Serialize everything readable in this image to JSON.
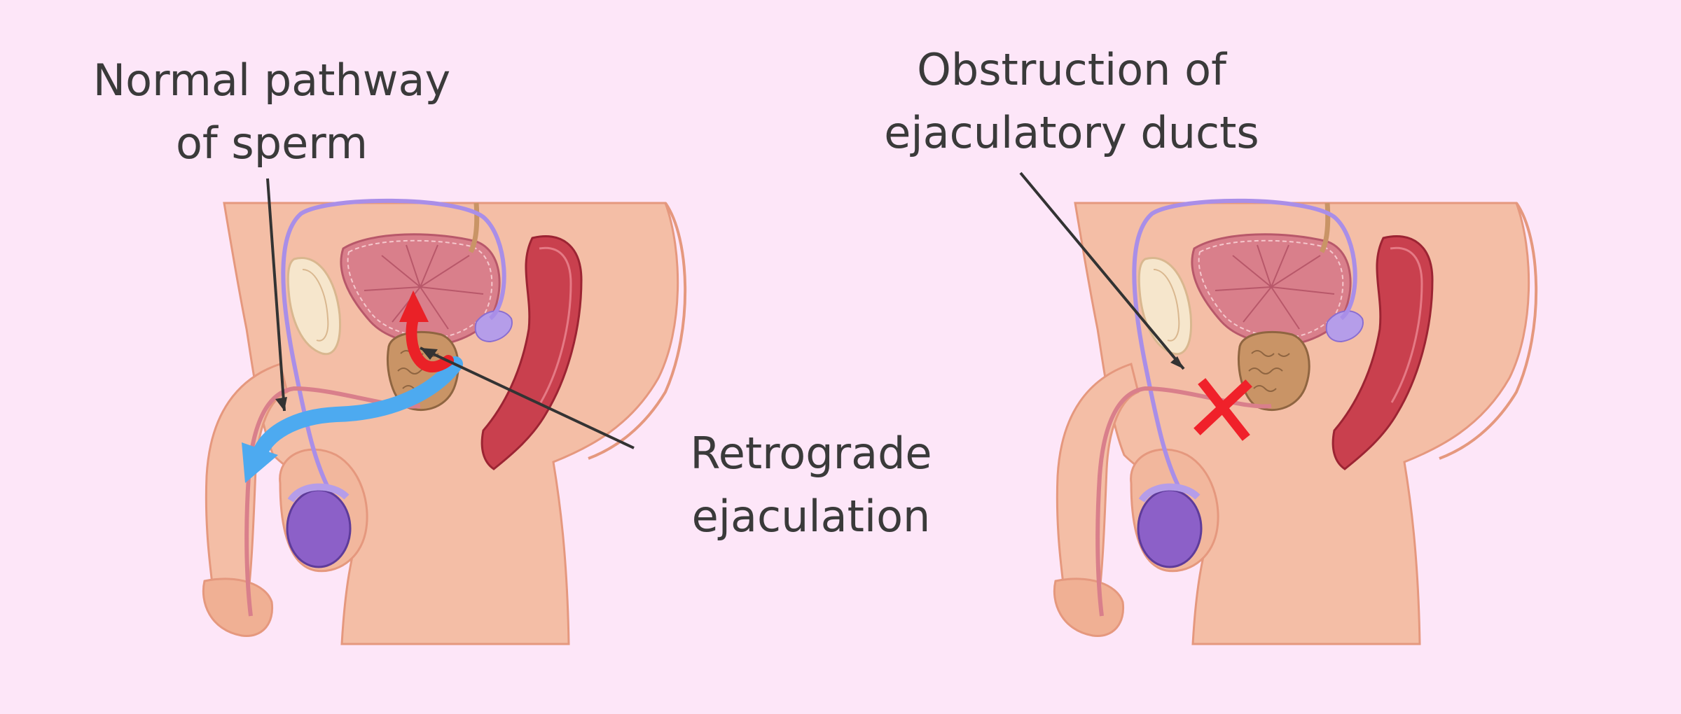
{
  "labels": {
    "normal_pathway": [
      "Normal pathway",
      "of sperm"
    ],
    "retrograde": [
      "Retrograde",
      "ejaculation"
    ],
    "obstruction": [
      "Obstruction of",
      "ejaculatory ducts"
    ]
  },
  "colors": {
    "background": "#fde6f8",
    "skin": "#f4bea6",
    "skin_outline": "#e5987e",
    "bladder": "#d97f8b",
    "prostate": "#c99466",
    "rectum": "#c9404e",
    "vas_deferens": "#a98ee8",
    "testis": "#8c60c8",
    "normal_arrow": "#4daaf0",
    "retrograde_arrow": "#ea2127",
    "obstruction_mark": "#f0212a",
    "pointer_line": "#333333"
  },
  "icons": [
    "arrow-icon",
    "cross-icon"
  ]
}
